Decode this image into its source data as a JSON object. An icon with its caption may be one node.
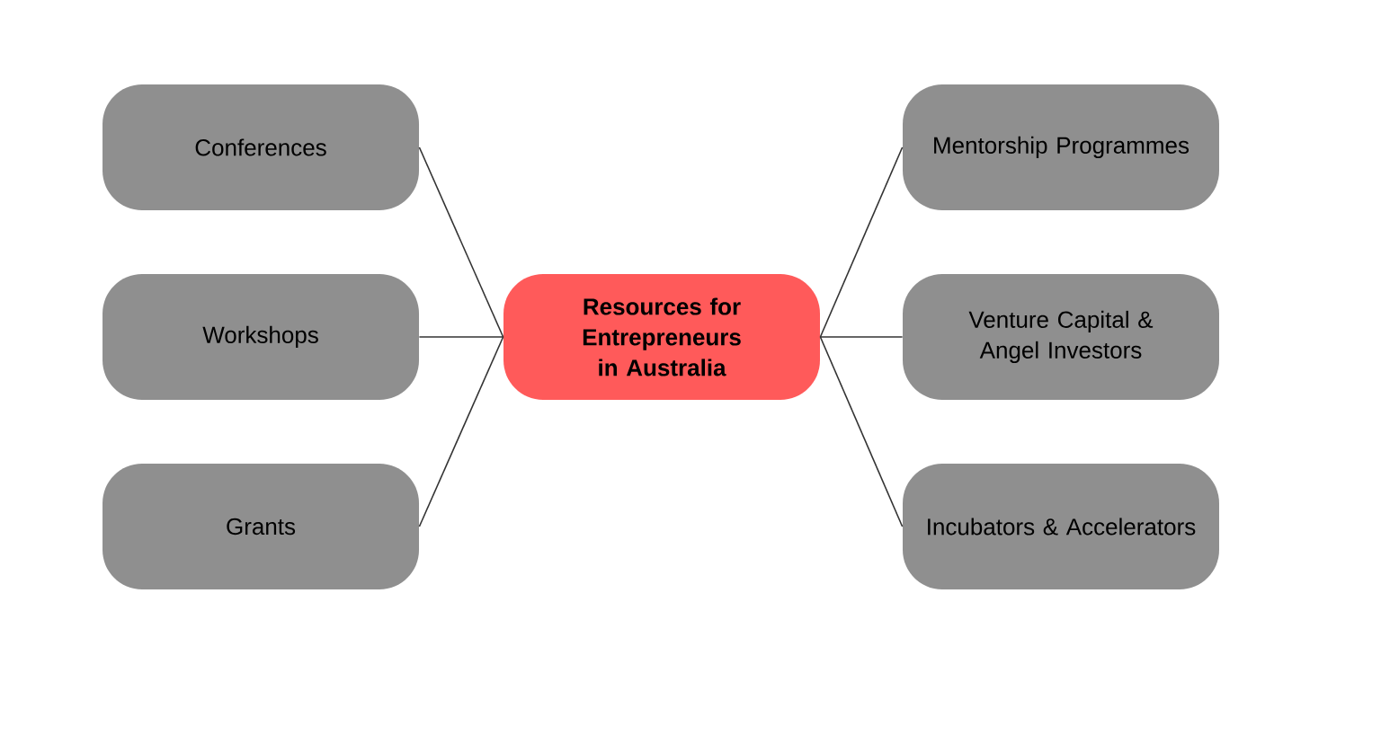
{
  "diagram": {
    "nodes": [
      {
        "text": [
          "Resources for Entrepreneurs in Australia"
        ]
      },
      {
        "text": [
          "Conferences"
        ]
      },
      {
        "text": [
          "Workshops"
        ]
      },
      {
        "text": [
          "Grants"
        ]
      },
      {
        "text": [
          "Mentorship Programmes"
        ]
      },
      {
        "text": [
          "Venture Capital & Angel Investors"
        ]
      },
      {
        "text": [
          "Incubators & Accelerators"
        ]
      }
    ],
    "edges": [
      {
        "from": 0,
        "to": 1,
        "arrow": "none"
      },
      {
        "from": 0,
        "to": 2,
        "arrow": "none"
      },
      {
        "from": 0,
        "to": 3,
        "arrow": "none"
      },
      {
        "from": 0,
        "to": 4,
        "arrow": "none"
      },
      {
        "from": 0,
        "to": 5,
        "arrow": "none"
      },
      {
        "from": 0,
        "to": 6,
        "arrow": "none"
      }
    ]
  }
}
